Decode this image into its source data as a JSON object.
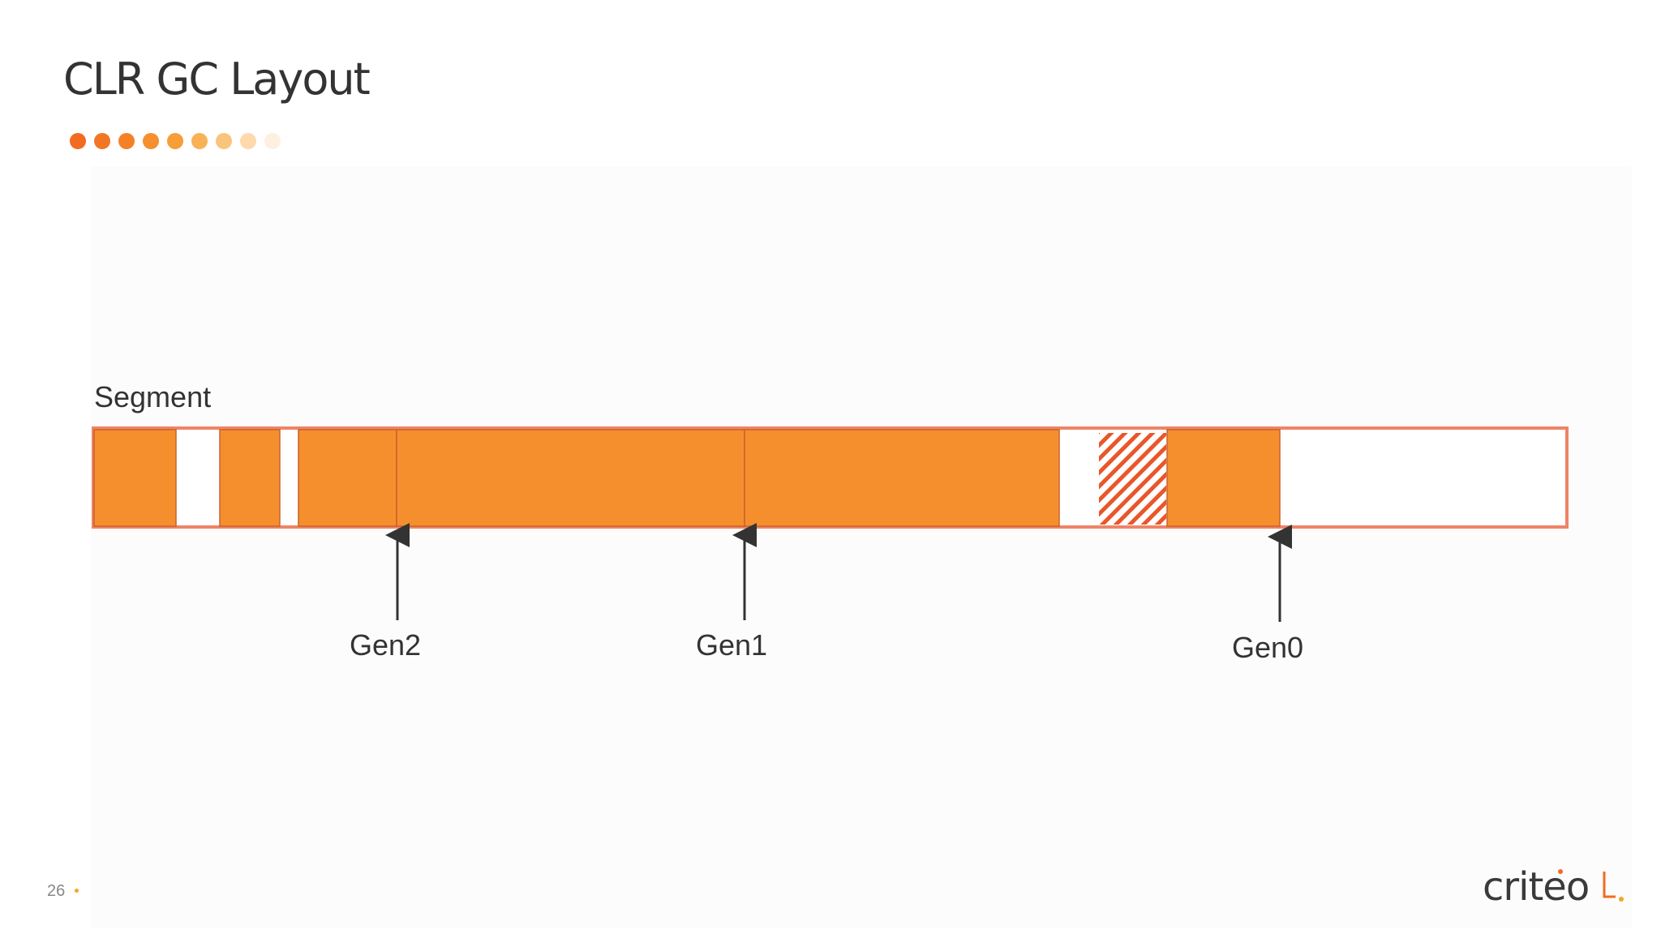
{
  "slide": {
    "title": "CLR GC Layout",
    "page_number": "26",
    "logo_text": "criteo"
  },
  "title_dots": [
    "#f26b21",
    "#f37624",
    "#f58127",
    "#f68f2e",
    "#f79e38",
    "#f9b156",
    "#fbc47d",
    "#fdd9ab",
    "#fef0e0"
  ],
  "diagram": {
    "segment_label": "Segment",
    "generation_labels": {
      "gen2": "Gen2",
      "gen1": "Gen1",
      "gen0": "Gen0"
    },
    "colors": {
      "block_fill": "#f58f2e",
      "block_stroke": "#c9622a",
      "segment_border": "#ef8466",
      "hatch": "#e8572a",
      "arrow": "#333333"
    }
  }
}
